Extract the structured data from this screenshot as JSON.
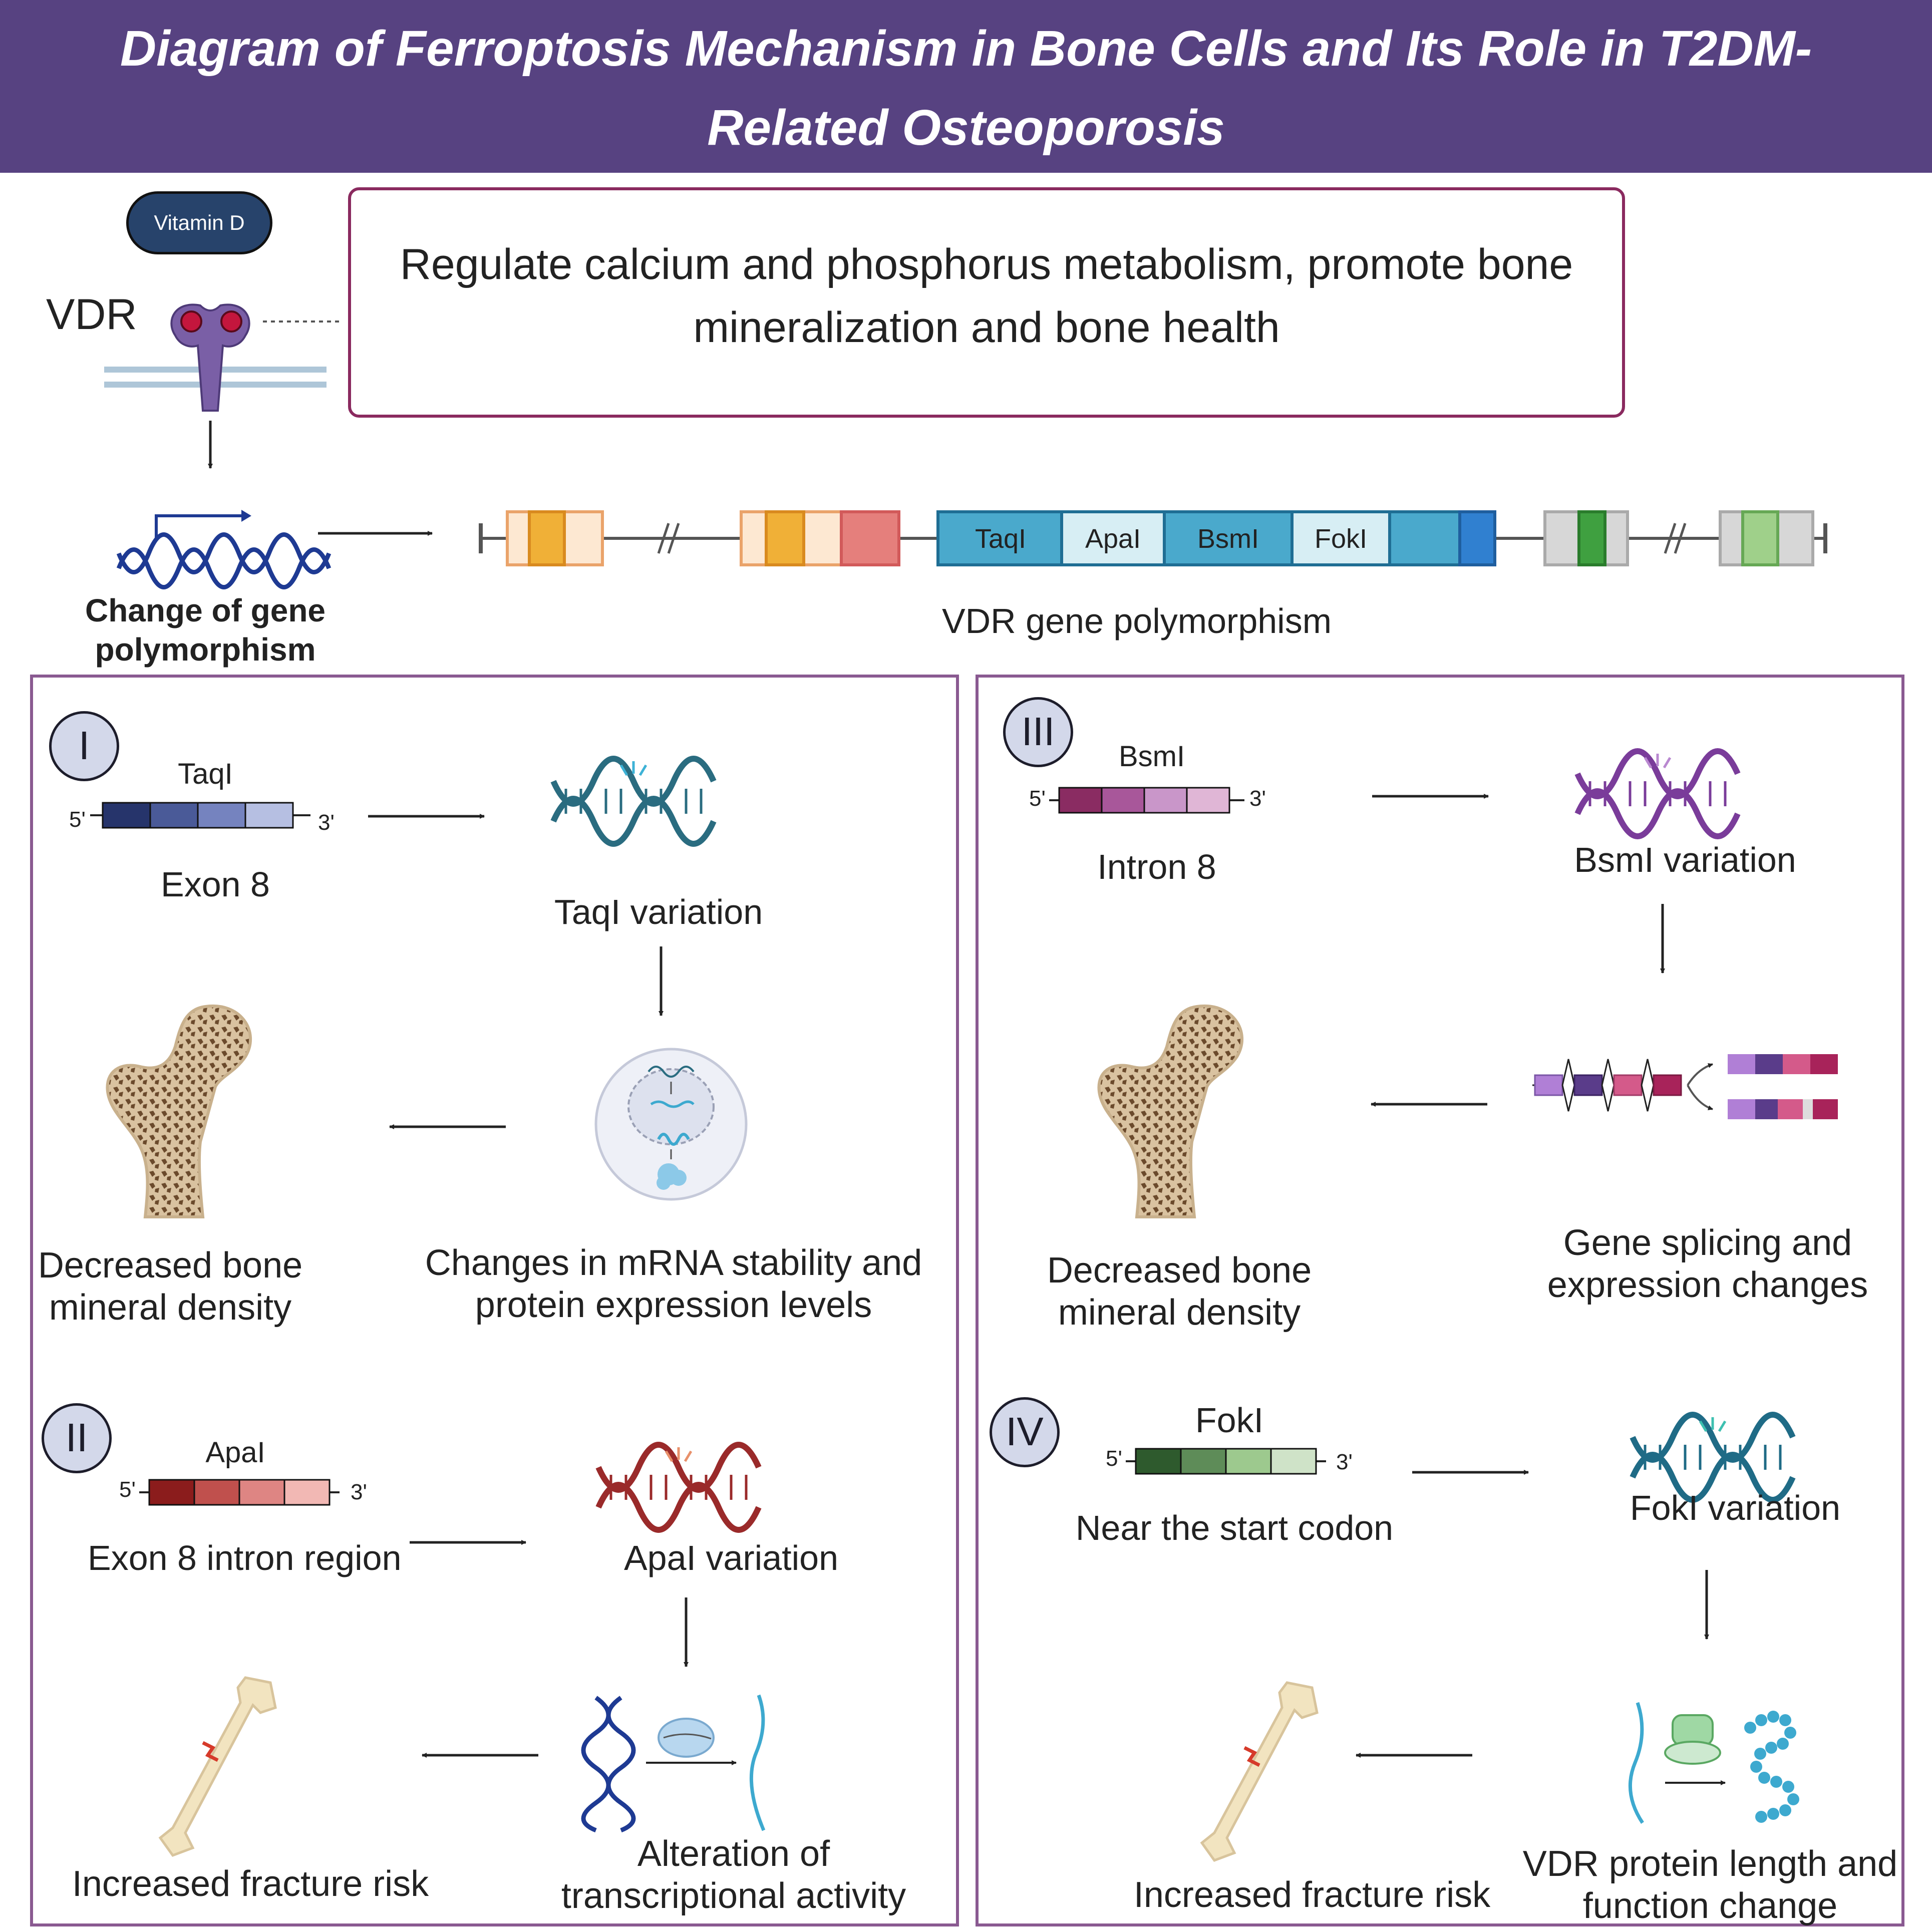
{
  "title": "Diagram of Ferroptosis Mechanism in Bone Cells and Its Role in T2DM-Related Osteoporosis",
  "top": {
    "vitamin_d": "Vitamin D",
    "vdr": "VDR",
    "function_text": "Regulate calcium and phosphorus metabolism, promote bone mineralization and bone health",
    "gene_change": "Change of gene polymorphism",
    "gene_caption": "VDR gene polymorphism",
    "sites": [
      "TaqI",
      "ApaI",
      "BsmI",
      "FokI"
    ]
  },
  "panels": {
    "p1": {
      "num": "I",
      "site": "TaqI",
      "five": "5'",
      "three": "3'",
      "region": "Exon 8",
      "variation": "TaqI variation",
      "mechanism": "Changes in mRNA stability and protein expression levels",
      "outcome": "Decreased bone mineral density"
    },
    "p2": {
      "num": "II",
      "site": "ApaI",
      "five": "5'",
      "three": "3'",
      "region": "Exon 8 intron region",
      "variation": "ApaI variation",
      "mechanism": "Alteration of transcriptional activity",
      "outcome": "Increased fracture risk"
    },
    "p3": {
      "num": "III",
      "site": "BsmI",
      "five": "5'",
      "three": "3'",
      "region": "Intron 8",
      "variation": "BsmI variation",
      "mechanism": "Gene splicing and expression changes",
      "outcome": "Decreased bone mineral density"
    },
    "p4": {
      "num": "IV",
      "site": "FokI",
      "five": "5'",
      "three": "3'",
      "region": "Near the start codon",
      "variation": "FokI variation",
      "mechanism": "VDR protein length and function change",
      "outcome": "Increased fracture risk"
    }
  },
  "colors": {
    "header": "#574281",
    "panel_border": "#8a5a91",
    "taqi": [
      "#26346b",
      "#4a5a98",
      "#7583bf",
      "#b6bfe2"
    ],
    "apai": [
      "#8b1c1c",
      "#c0504d",
      "#de8583",
      "#f2b8b4"
    ],
    "bsmi": [
      "#8a2c62",
      "#a8579a",
      "#c996c9",
      "#e0b6d6"
    ],
    "foki": [
      "#2e5a2d",
      "#5e8c58",
      "#9dc98e",
      "#cfe3c8"
    ]
  }
}
